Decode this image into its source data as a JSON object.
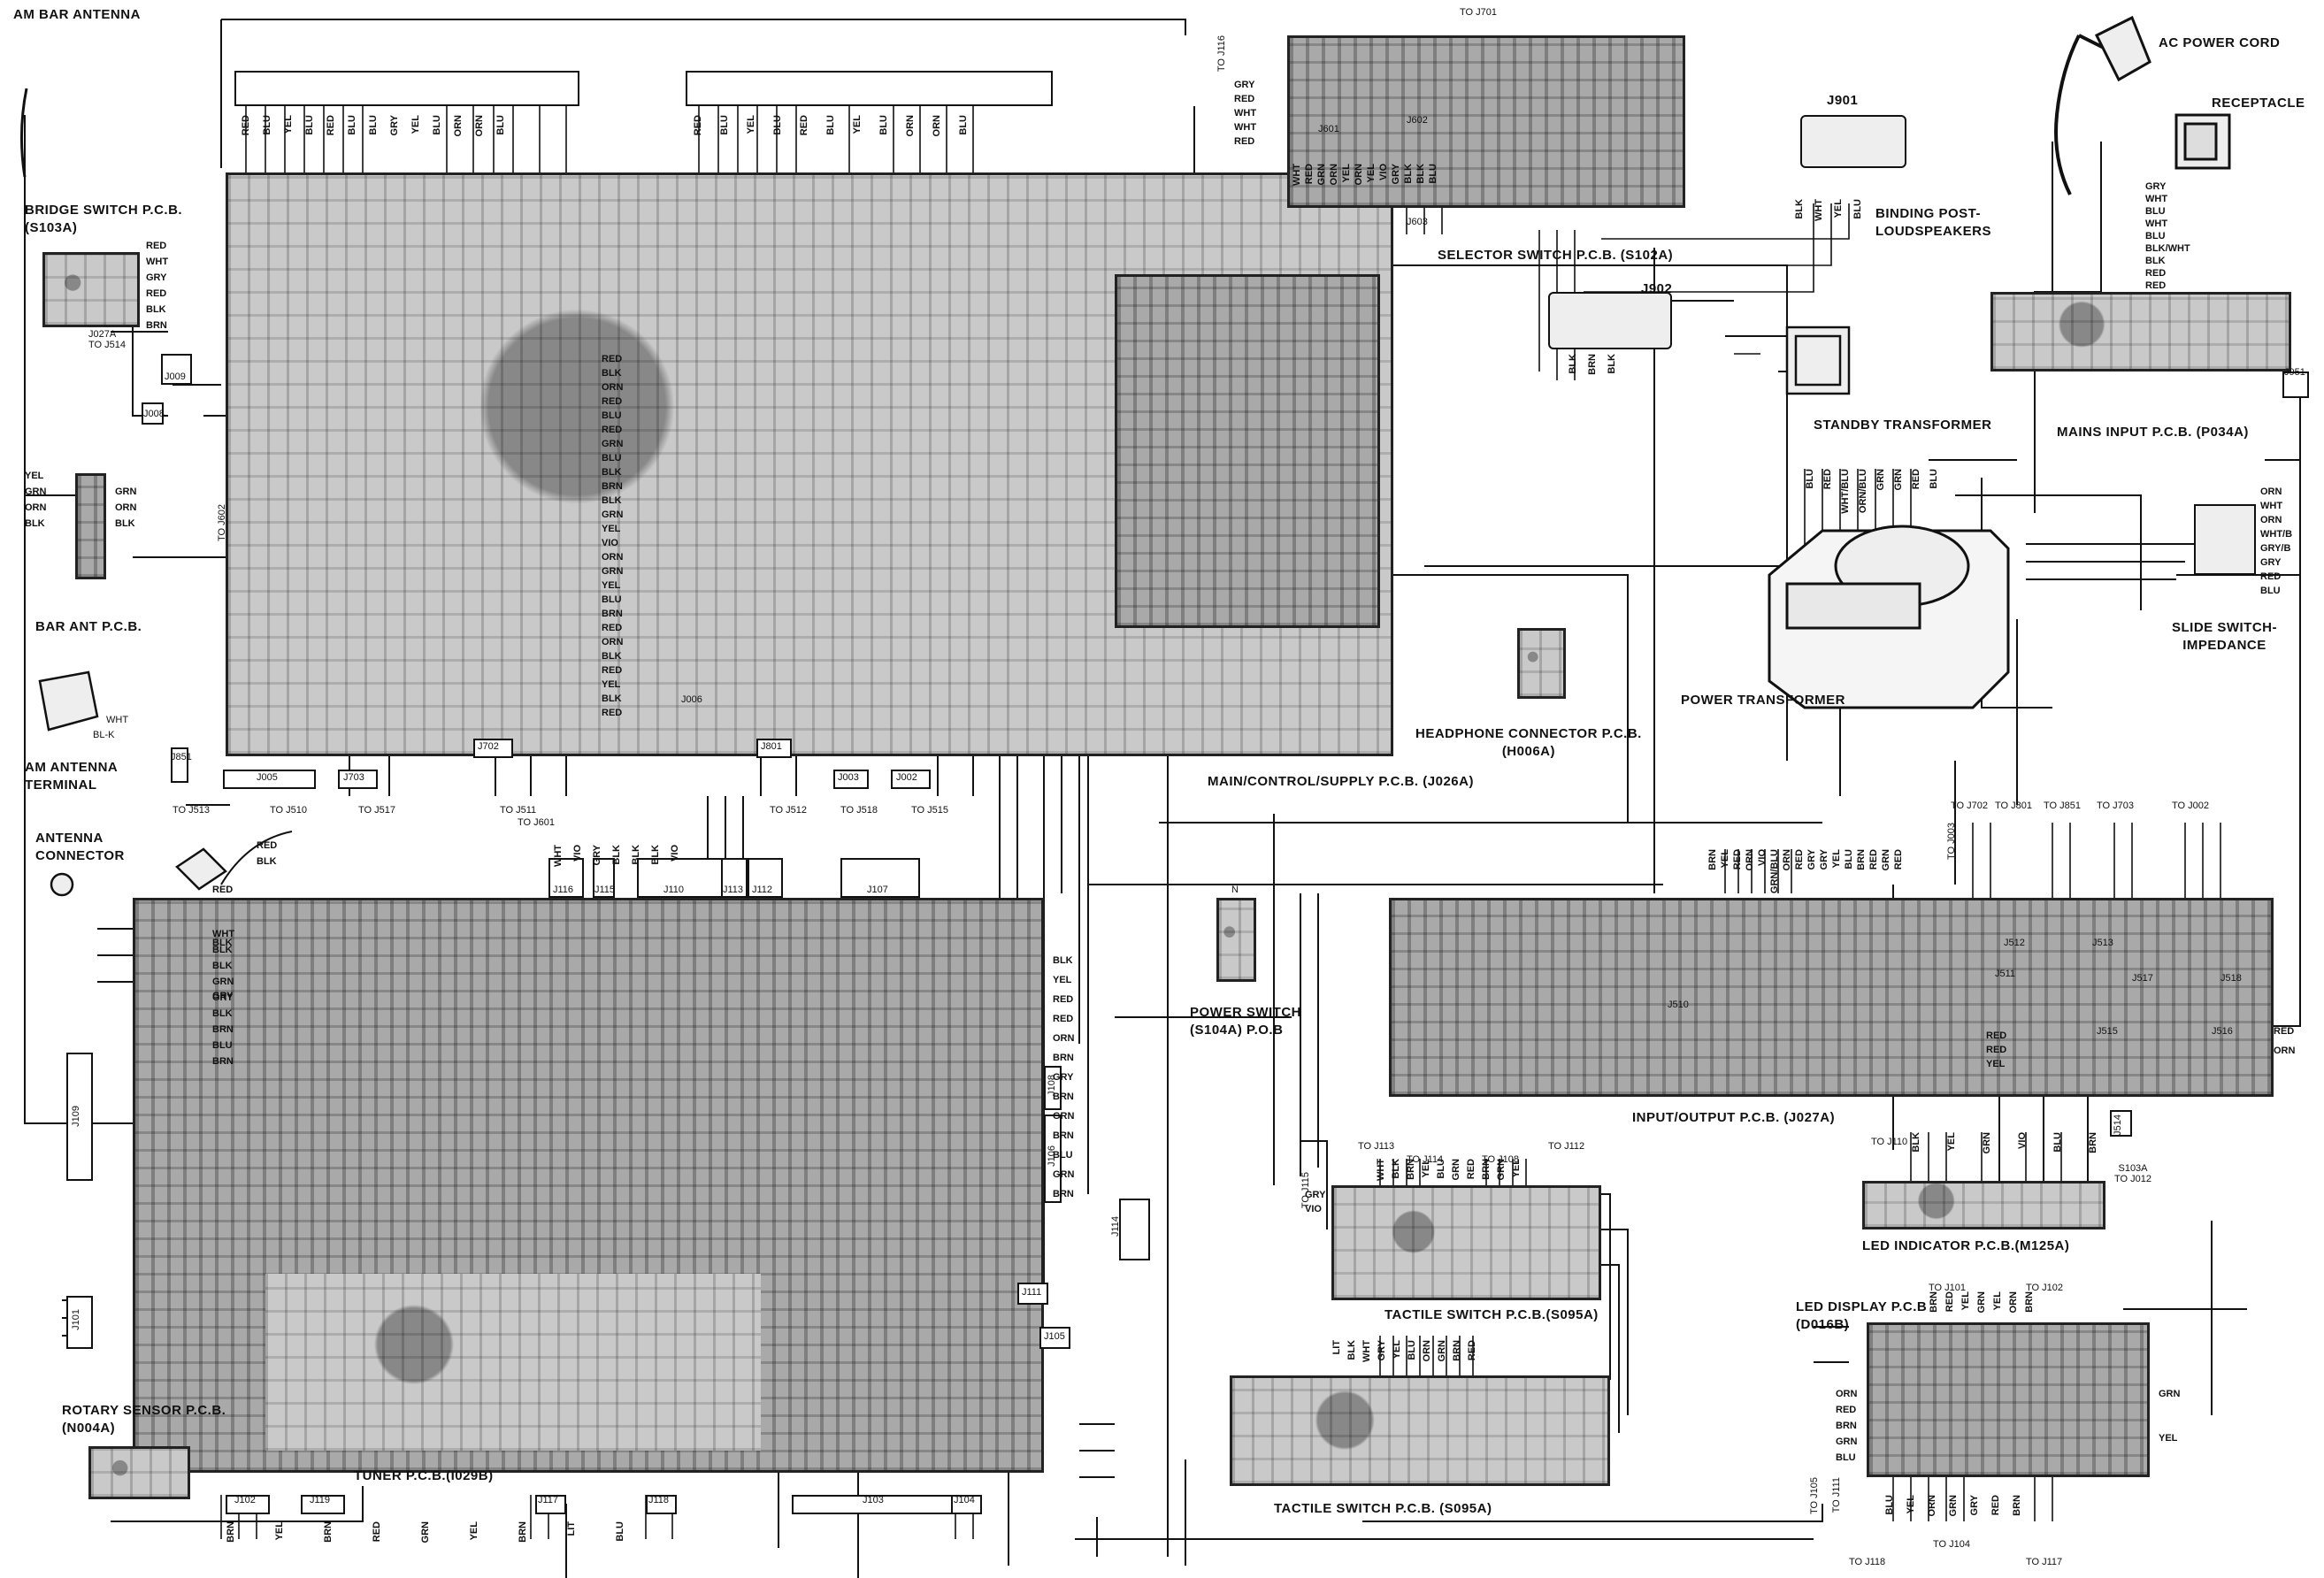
{
  "labels": {
    "am_bar_antenna": "AM BAR ANTENNA",
    "bridge_switch": "BRIDGE SWITCH P.C.B.\n(S103A)",
    "bar_ant": "BAR ANT P.C.B.",
    "am_antenna_terminal": "AM ANTENNA\nTERMINAL",
    "antenna_connector": "ANTENNA\nCONNECTOR",
    "rotary_sensor": "ROTARY SENSOR P.C.B.\n(N004A)",
    "tuner": "TUNER P.C.B.(I029B)",
    "main_pcb": "MAIN/CONTROL/SUPPLY P.C.B. (J026A)",
    "selector_switch": "SELECTOR SWITCH P.C.B. (S102A)",
    "headphone": "HEADPHONE CONNECTOR P.C.B.\n(H006A)",
    "power_switch": "POWER SWITCH\n(S104A)   P.O.B",
    "input_output": "INPUT/OUTPUT P.C.B. (J027A)",
    "tactile_1": "TACTILE SWITCH P.C.B.(S095A)",
    "tactile_2": "TACTILE SWITCH P.C.B. (S095A)",
    "led_indicator": "LED INDICATOR P.C.B.(M125A)",
    "led_display": "LED DISPLAY P.C.B\n(D016B)",
    "j901": "J901",
    "j902": "J902",
    "binding_post": "BINDING POST-\nLOUDSPEAKERS",
    "ac_power_cord": "AC POWER CORD",
    "receptacle": "RECEPTACLE",
    "standby_transformer": "STANDBY TRANSFORMER",
    "mains_input": "MAINS INPUT P.C.B. (P034A)",
    "power_transformer": "POWER TRANSFORMER",
    "slide_switch": "SLIDE SWITCH-\nIMPEDANCE"
  },
  "refs": {
    "to_j701": "TO J701",
    "to_j116": "TO J116",
    "j601": "J601",
    "j602_sel": "J602",
    "j603": "J603",
    "j027a": "J027A\nTO J514",
    "j009": "J009",
    "j008": "J008",
    "j851": "J851",
    "to_j513": "TO J513",
    "j005": "J005",
    "to_j510": "TO J510",
    "j703": "J703",
    "to_j517": "TO J517",
    "j702": "J702",
    "to_j511": "TO J511",
    "to_j601": "TO J601",
    "j801": "J801",
    "to_j512": "TO J512",
    "j003": "J003",
    "to_j518": "TO J518",
    "j002": "J002",
    "to_j515": "TO J515",
    "to_j602": "TO J602",
    "j116": "J116",
    "j115": "J115",
    "j110": "J110",
    "j113": "J113",
    "j112": "J112",
    "j107": "J107",
    "j109": "J109",
    "j101": "J101",
    "j102": "J102",
    "j119": "J119",
    "j117": "J117",
    "j118": "J118",
    "j103": "J103",
    "j104": "J104",
    "j108": "J108",
    "j106": "J106",
    "j114": "J114",
    "j111": "J111",
    "j105": "J105",
    "j951": "J951",
    "j510": "J510",
    "j511": "J511",
    "j512": "J512",
    "j513": "J513",
    "j515": "J515",
    "j516": "J516",
    "j517": "J517",
    "j518": "J518",
    "j514": "J514",
    "s103a": "S103A\nTO J012",
    "to_j702": "TO J702",
    "to_j801": "TO J801",
    "to_j851": "TO J851",
    "to_j703": "TO J703",
    "to_j002": "TO J002",
    "to_j003": "TO J003",
    "to_j110": "TO J110",
    "to_j113": "TO J113",
    "to_j114": "TO J114",
    "to_j108": "TO J108",
    "to_j112": "TO J112",
    "to_j115": "TO J115",
    "to_j101": "TO J101",
    "to_j102": "TO J102",
    "to_j105": "TO J105",
    "to_j111": "TO J111",
    "to_j118": "TO J118",
    "to_j104": "TO J104",
    "to_j117": "TO J117",
    "j006": "J006",
    "bl_k": "BL-K",
    "wht": "WHT",
    "n": "N"
  },
  "wire_colors": {
    "tl_top": [
      "RED",
      "BLU",
      "YEL",
      "BLU",
      "RED",
      "BLU",
      "BLU",
      "GRY",
      "YEL",
      "BLU",
      "ORN",
      "ORN",
      "BLU"
    ],
    "tr_top": [
      "RED",
      "BLU",
      "YEL",
      "BLU",
      "RED",
      "BLU",
      "YEL",
      "BLU",
      "ORN",
      "ORN",
      "BLU"
    ],
    "bridge": [
      "RED",
      "WHT",
      "GRY",
      "RED",
      "BLK",
      "BRN"
    ],
    "bar_ant": [
      "YEL",
      "GRN",
      "ORN",
      "BLK"
    ],
    "bar_ant_r": [
      "GRN",
      "ORN",
      "BLK"
    ],
    "selector_top": [
      "GRY",
      "RED",
      "WHT",
      "WHT",
      "RED"
    ],
    "selector_bottom": [
      "WHT",
      "RED",
      "GRN",
      "ORN",
      "YEL",
      "ORN",
      "YEL",
      "VIO",
      "GRY",
      "BLK",
      "BLK",
      "BLU"
    ],
    "j901": [
      "BLK",
      "WHT",
      "YEL",
      "BLU"
    ],
    "j902": [
      "BLK",
      "BRN",
      "BLK"
    ],
    "mains": [
      "GRY",
      "WHT",
      "BLU",
      "WHT",
      "BLU",
      "BLK/WHT",
      "BLK",
      "RED",
      "RED"
    ],
    "transformer": [
      "BLU",
      "RED",
      "WHT/BLU",
      "ORN/BLU",
      "GRN",
      "GRN",
      "RED",
      "BLU"
    ],
    "slide": [
      "ORN",
      "WHT",
      "ORN",
      "WHT/B",
      "GRY/B",
      "GRY",
      "RED",
      "BLU"
    ],
    "main_mid": [
      "RED",
      "BLK",
      "ORN",
      "RED",
      "BLU",
      "RED",
      "GRN",
      "BLU",
      "BLK",
      "BRN",
      "BLK",
      "GRN",
      "YEL",
      "VIO",
      "ORN",
      "GRN",
      "YEL",
      "BLU",
      "BRN",
      "RED",
      "ORN",
      "BLK",
      "RED",
      "YEL",
      "BLK",
      "RED"
    ],
    "tuner_top": [
      "WHT",
      "VIO",
      "GRY",
      "BLK",
      "BLK",
      "BLK",
      "VIO"
    ],
    "tuner_left": [
      "WHT",
      "BLK",
      "BLK",
      "GRN",
      "GRY",
      "BLK",
      "BRN",
      "BLU",
      "BRN"
    ],
    "tuner_right": [
      "BLK",
      "YEL",
      "RED",
      "RED",
      "ORN",
      "BRN",
      "GRY",
      "BRN",
      "GRN",
      "BRN",
      "BLU",
      "GRN",
      "BRN"
    ],
    "tuner_bottom": [
      "BRN",
      "YEL",
      "BRN",
      "RED",
      "GRN",
      "YEL",
      "BRN",
      "LIT",
      "BLU"
    ],
    "io_top": [
      "BRN",
      "YEL",
      "RED",
      "ORN",
      "VIO",
      "GRN/BLU",
      "ORN",
      "RED",
      "GRY",
      "GRY",
      "YEL",
      "BLU",
      "BRN",
      "RED",
      "GRN",
      "RED"
    ],
    "io_right": [
      "RED",
      "ORN"
    ],
    "io_left": [
      "RED",
      "RED",
      "YEL"
    ],
    "led_ind": [
      "BLK",
      "YEL",
      "GRN",
      "VIO",
      "BLU",
      "BRN"
    ],
    "tactile1": [
      "WHT",
      "BLK",
      "BRN",
      "YEL",
      "BLU",
      "GRN",
      "RED",
      "BRN",
      "GRN",
      "YEL"
    ],
    "tactile1_l": [
      "GRY",
      "VIO"
    ],
    "tactile2": [
      "LIT",
      "BLK",
      "WHT",
      "GRY",
      "YEL",
      "BLU",
      "ORN",
      "GRN",
      "BRN",
      "RED"
    ],
    "led_disp_top": [
      "BRN",
      "RED",
      "YEL",
      "GRN",
      "YEL",
      "ORN",
      "BRN"
    ],
    "led_disp_left": [
      "ORN",
      "RED",
      "BRN",
      "GRN",
      "BLU"
    ],
    "led_disp_bottom": [
      "BLU",
      "YEL",
      "ORN",
      "GRN",
      "GRY",
      "RED",
      "BRN"
    ],
    "led_disp_right": [
      "GRN",
      "YEL"
    ],
    "antenna_conn": [
      "RED",
      "BLK"
    ],
    "tuner_misc": [
      "RED",
      "BLK",
      "GRY"
    ]
  }
}
